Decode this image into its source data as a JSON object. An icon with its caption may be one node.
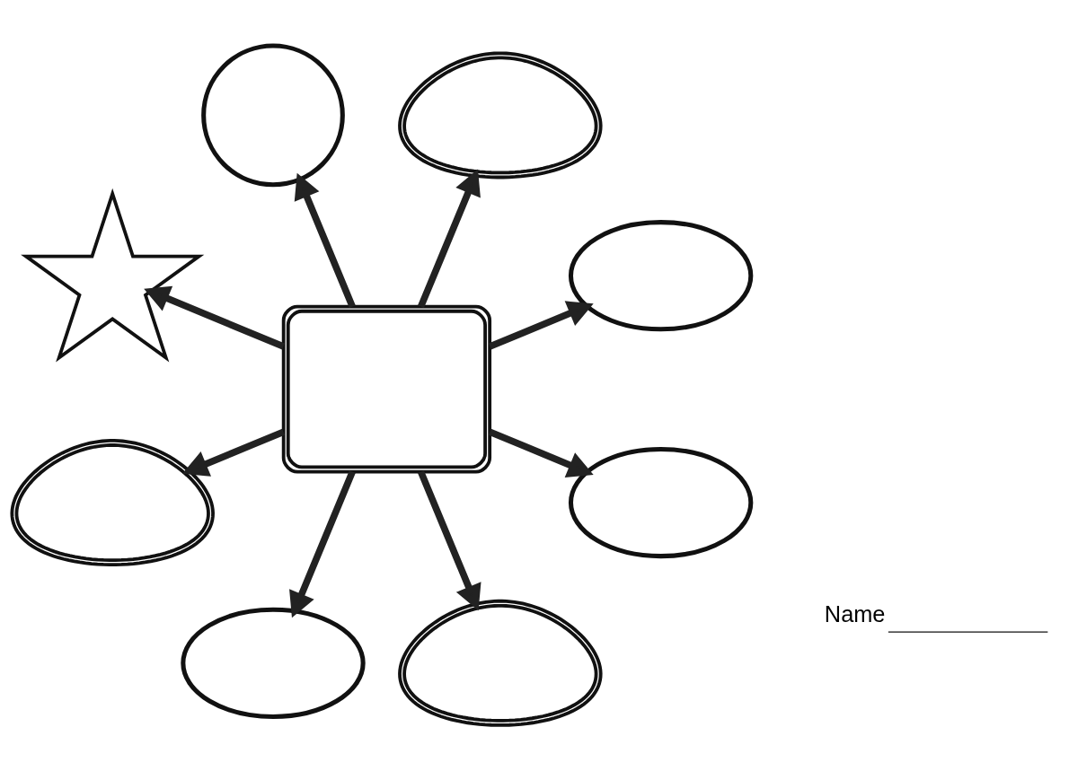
{
  "diagram": {
    "nodes": [
      {
        "text": [],
        "shape": "ellipse"
      },
      {
        "text": [],
        "shape": "cloud"
      },
      {
        "text": [],
        "shape": "circle"
      },
      {
        "text": [],
        "shape": "flower"
      },
      {
        "text": [],
        "shape": "box"
      },
      {
        "text": [],
        "shape": "cloud"
      },
      {
        "text": [],
        "shape": "ellipse"
      },
      {
        "text": [],
        "shape": "cloud"
      },
      {
        "text": [],
        "shape": "ellipse"
      }
    ],
    "edges": [
      {
        "from": 4,
        "to": 0,
        "arrow": "to"
      },
      {
        "from": 4,
        "to": 1,
        "arrow": "to"
      },
      {
        "from": 4,
        "to": 2,
        "arrow": "to"
      },
      {
        "from": 4,
        "to": 5,
        "arrow": "to"
      },
      {
        "from": 4,
        "to": 8,
        "arrow": "to"
      },
      {
        "from": 4,
        "to": 7,
        "arrow": "to"
      },
      {
        "from": 4,
        "to": 6,
        "arrow": "to"
      },
      {
        "from": 4,
        "to": 3,
        "arrow": "to"
      }
    ],
    "labels": [
      "Name"
    ]
  }
}
